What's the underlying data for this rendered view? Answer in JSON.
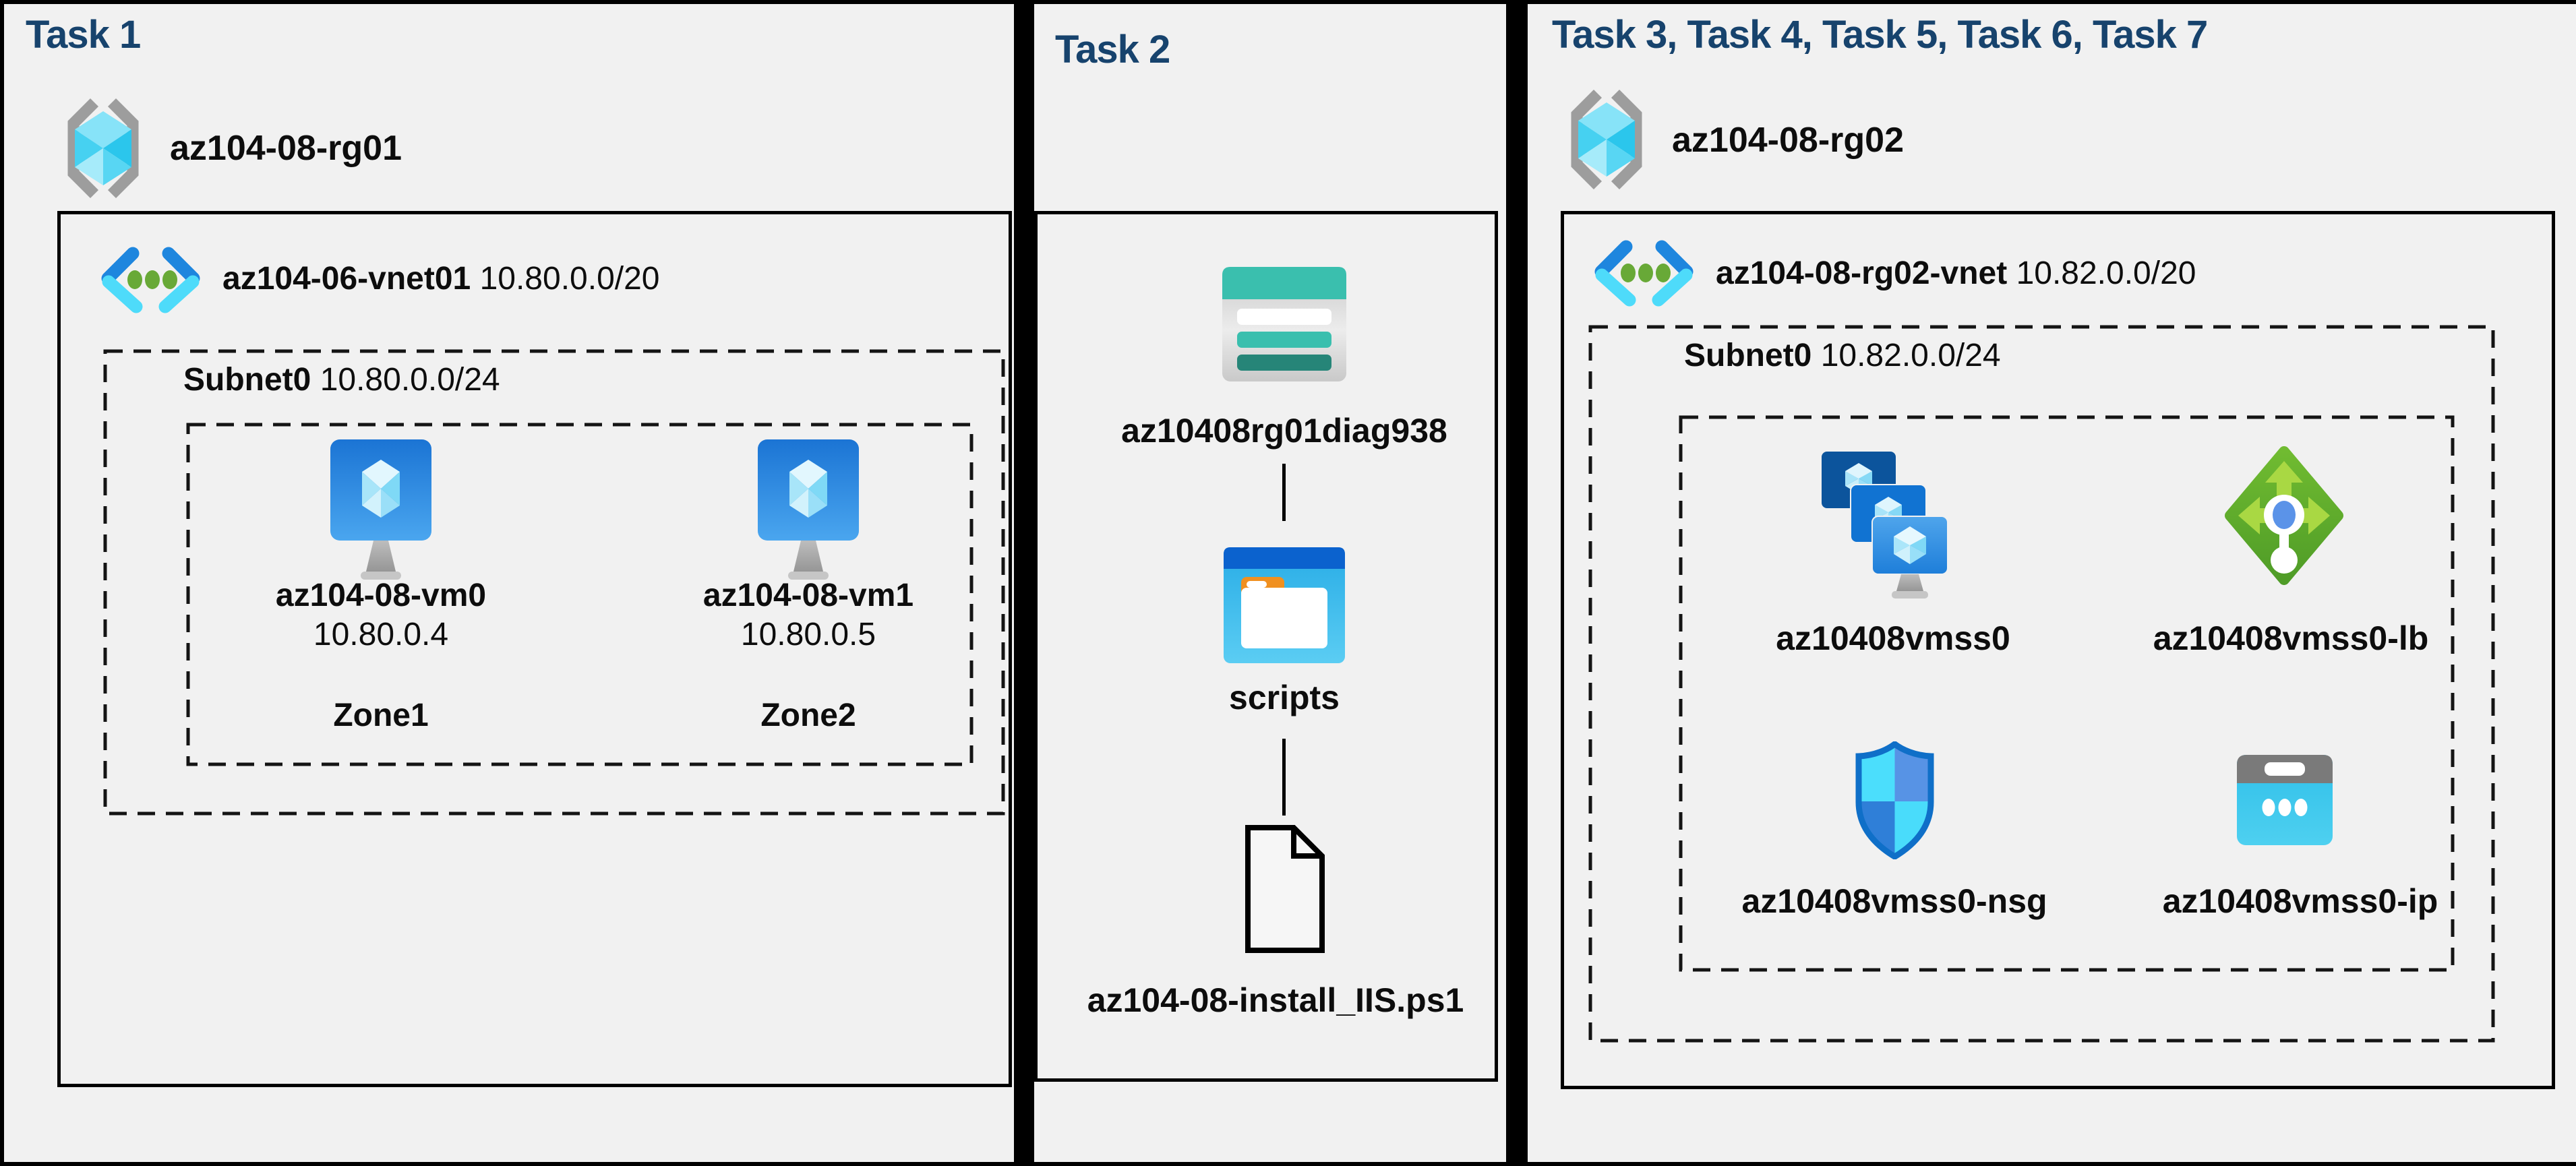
{
  "panel1": {
    "title": "Task 1",
    "resource_group": {
      "name": "az104-08-rg01",
      "icon": "resource-group-icon"
    },
    "vnet": {
      "name": "az104-06-vnet01",
      "cidr": "10.80.0.0/20",
      "icon": "virtual-network-icon"
    },
    "subnet": {
      "name": "Subnet0",
      "cidr": "10.80.0.0/24"
    },
    "vms": [
      {
        "name": "az104-08-vm0",
        "ip": "10.80.0.4",
        "zone": "Zone1",
        "icon": "virtual-machine-icon"
      },
      {
        "name": "az104-08-vm1",
        "ip": "10.80.0.5",
        "zone": "Zone2",
        "icon": "virtual-machine-icon"
      }
    ]
  },
  "panel2": {
    "title": "Task 2",
    "storage_account": {
      "name": "az10408rg01diag938",
      "icon": "storage-account-icon"
    },
    "container": {
      "name": "scripts",
      "icon": "folder-icon"
    },
    "file": {
      "name": "az104-08-install_IIS.ps1",
      "icon": "file-icon"
    }
  },
  "panel3": {
    "title": "Task 3, Task 4, Task 5, Task 6, Task 7",
    "resource_group": {
      "name": "az104-08-rg02",
      "icon": "resource-group-icon"
    },
    "vnet": {
      "name": "az104-08-rg02-vnet",
      "cidr": "10.82.0.0/20",
      "icon": "virtual-network-icon"
    },
    "subnet": {
      "name": "Subnet0",
      "cidr": "10.82.0.0/24"
    },
    "resources": [
      {
        "name": "az10408vmss0",
        "icon": "vm-scale-set-icon"
      },
      {
        "name": "az10408vmss0-lb",
        "icon": "load-balancer-icon"
      },
      {
        "name": "az10408vmss0-nsg",
        "icon": "network-security-group-icon"
      },
      {
        "name": "az10408vmss0-ip",
        "icon": "public-ip-icon"
      }
    ]
  },
  "icons": {
    "resource-group-icon": "gray angle brackets around cyan cube",
    "virtual-network-icon": "blue/cyan chevrons with three green dots",
    "virtual-machine-icon": "blue monitor with light cube and gray stand",
    "vm-scale-set-icon": "three staggered blue screens with cubes and stand",
    "load-balancer-icon": "green diamond, light-green arrows, white probe with blue dot",
    "network-security-group-icon": "blue quadrant shield",
    "public-ip-icon": "cyan card with gray header slot and three white dots",
    "storage-account-icon": "teal header card with white/teal/dark-teal bars",
    "folder-icon": "blue window with white folder and orange tab",
    "file-icon": "black outlined page with folded corner"
  },
  "colors": {
    "background": "#F1F1F1",
    "frame": "#000000",
    "title_navy": "#17436D",
    "text": "#0D0D0D",
    "teal": "#3ABFAE",
    "teal_dark": "#268578",
    "chevron_blue": "#1E86DE",
    "chevron_cyan": "#4EDBFA",
    "dot_green": "#68A937",
    "lb_green": "#64B02C",
    "lb_arrow_green": "#A9D843",
    "nsg_outline": "#0F6FC8",
    "ip_cyan": "#30C1EA",
    "band_gray": "#7A7A7A",
    "folder_blue": "#0B62CE",
    "folder_orange": "#F09020"
  }
}
